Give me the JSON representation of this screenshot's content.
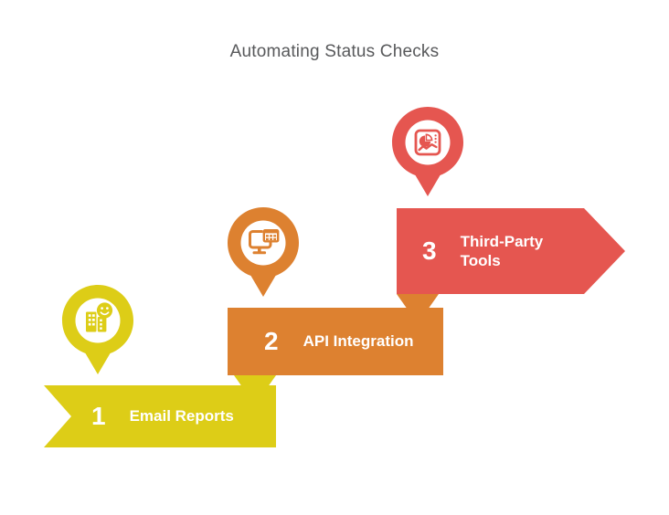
{
  "header": {
    "title": "Automating Status Checks"
  },
  "palette": {
    "background": "#ffffff",
    "title_color": "#58595b",
    "step1": "#ddcd17",
    "step2": "#dd8130",
    "step3": "#e55650",
    "text_on_banner": "#ffffff",
    "icon_disc": "#ffffff"
  },
  "steps": [
    {
      "number": "1",
      "label": "Email Reports",
      "color": "#ddcd17",
      "icon": "office-buildings-smiley-icon"
    },
    {
      "number": "2",
      "label": "API Integration",
      "color": "#dd8130",
      "icon": "monitor-dashboard-icon"
    },
    {
      "number": "3",
      "label": "Third-Party Tools",
      "label_line1": "Third-Party",
      "label_line2": "Tools",
      "color": "#e55650",
      "icon": "analytics-report-icon"
    }
  ]
}
